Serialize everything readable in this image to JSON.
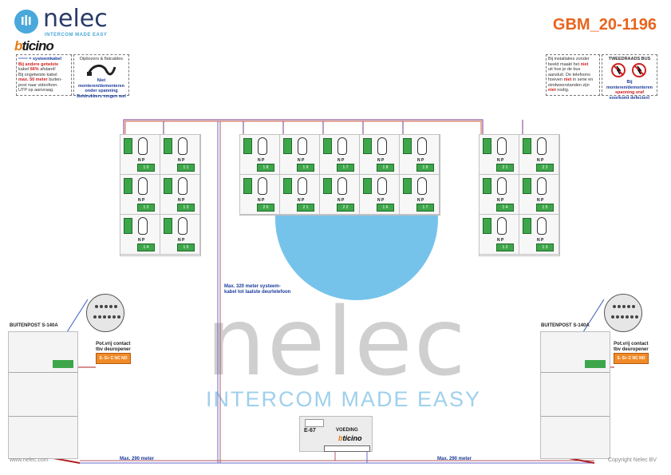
{
  "brand": {
    "logo_word": "nelec",
    "logo_tag": "INTERCOM MADE EASY",
    "partner_b": "b",
    "partner_rest": "ticino"
  },
  "doc_code": "GBM_20-1196",
  "note_left_1": {
    "l1": "═══ = systeemkabel",
    "l2": "Bij andere getwiste",
    "l3a": "kabel ",
    "l3b": "66%",
    "l3c": " afstand!",
    "l4": "Bij ongetwiste kabel",
    "l5a": "max. 50 meter",
    "l5b": " buiten-",
    "l6": "post naar videofoon.",
    "l7": "UTP op aanvraag."
  },
  "note_left_2": {
    "l1": "Dipliozers & flatcables",
    "l2": "Niet monteren/demonteren",
    "l3": "onder spanning",
    "l4": "Beldrukkers mogen wel"
  },
  "note_right_1": {
    "l1": "Bij installaties zonder",
    "l2a": "beeld maakt het ",
    "l2b": "niet",
    "l3": "uit hoe je de bus",
    "l4": "aansluit. De telefoons",
    "l5a": "hoeven ",
    "l5b": "niet",
    "l5c": " in serie en",
    "l6": "eindweerstanden zijn",
    "l7a": "niet",
    "l7b": " nodig."
  },
  "note_right_2": {
    "l1": "TWEEDRAADS BUS",
    "l2": "Bij monteren/demonteren",
    "l3": "spanning eraf",
    "l4": "voorkomt defecten!"
  },
  "watermark": {
    "word": "nelec",
    "tag": "INTERCOM MADE EASY"
  },
  "cable_note": {
    "l1": "Max. 320 meter systeem-",
    "l2": "kabel tot laatste deurtelefoon"
  },
  "outdoor_left": {
    "title": "BUITENPOST S-140A",
    "relay_label_1": "Pot.vrij contact",
    "relay_label_2": "tbv deuropener",
    "relay_terms": "S- S+ C NC NO"
  },
  "outdoor_right": {
    "title": "BUITENPOST S-140A",
    "relay_label_1": "Pot.vrij contact",
    "relay_label_2": "tbv deuropener",
    "relay_terms": "S- S+ C NC NO"
  },
  "max_left": "Max. 290 meter",
  "max_right": "Max. 290 meter",
  "psu": {
    "model": "E-67",
    "name": "VOEDING",
    "brand_b": "b",
    "brand_rest": "ticino"
  },
  "np_label": "N  P",
  "phones": {
    "g1": [
      "1 0",
      "1 1",
      "1 2",
      "1 3",
      "1 4",
      "1 5"
    ],
    "g2": [
      "1 8",
      "1 9",
      "1 7",
      "1 8",
      "1 9",
      "2 0",
      "2 1",
      "2 2",
      "1 6",
      "1 7"
    ],
    "g3": [
      "2 1",
      "2 2",
      "1 4",
      "1 5",
      "1 2",
      "1 3"
    ]
  },
  "footer_left": "www.nelec.com",
  "footer_right": "Copyright Nelec BV"
}
